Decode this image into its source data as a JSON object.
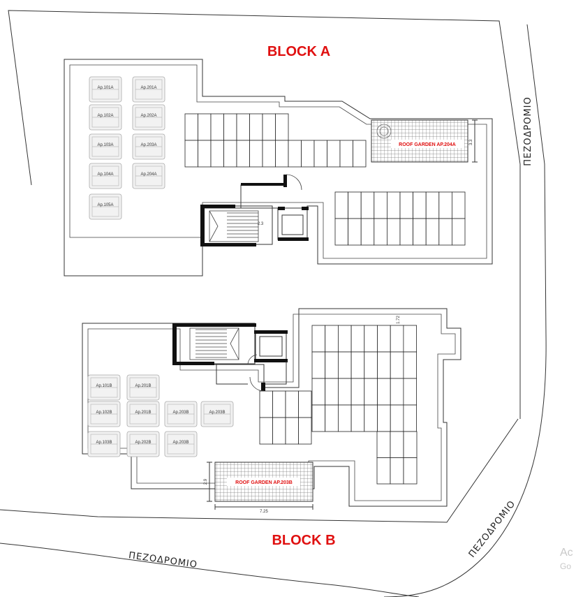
{
  "blocks": {
    "a_title": "BLOCK A",
    "b_title": "BLOCK B"
  },
  "streets": {
    "right": "ΠΕΖΟΔΡΟΜΙΟ",
    "bottom_left": "ΠΕΖΟΔΡΟΜΙΟ",
    "bottom_right": "ΠΕΖΟΔΡΟΜΙΟ"
  },
  "roof_gardens": {
    "a_label": "ROOF GARDEN AP.204A",
    "b_label": "ROOF GARDEN AP.203B",
    "a_dim": "3.3",
    "b_dim_height": "2.9",
    "b_dim_width": "7.25",
    "panel_dim": "1.72"
  },
  "stair_dim": "2.3",
  "units_a": [
    "Ap.101A",
    "Ap.201A",
    "Ap.102A",
    "Ap.202A",
    "Ap.103A",
    "Ap.203A",
    "Ap.104A",
    "Ap.204A",
    "Ap.105A"
  ],
  "units_b": [
    "Ap.101B",
    "Ap.201B",
    "Ap.102B",
    "Ap.201B",
    "Ap.203B",
    "Ap.203B",
    "Ap.103B",
    "Ap.202B",
    "Ap.203B"
  ],
  "watermark": {
    "line1": "Ac",
    "line2": "Go"
  }
}
